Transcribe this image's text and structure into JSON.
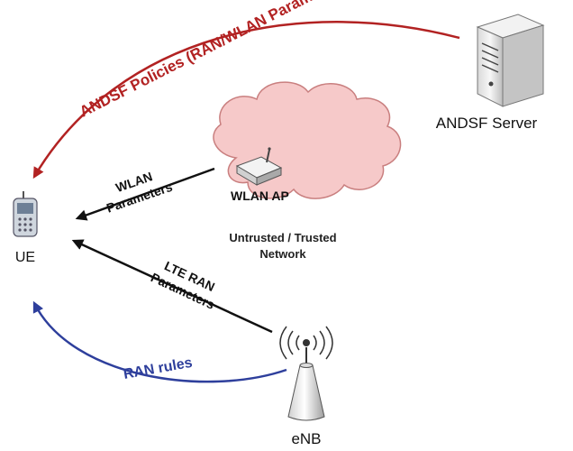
{
  "colors": {
    "policy_arrow": "#b22222",
    "rules_arrow": "#2e3f9c",
    "param_arrow": "#111111",
    "cloud_fill": "#f6c9c9",
    "cloud_stroke": "#c97f7f"
  },
  "nodes": {
    "ue": {
      "label": "UE",
      "icon": "mobile-phone-icon"
    },
    "andsf_server": {
      "label": "ANDSF Server",
      "icon": "server-tower-icon"
    },
    "wlan_ap": {
      "label": "WLAN AP",
      "icon": "wireless-router-icon"
    },
    "network": {
      "line1": "Untrusted / Trusted",
      "line2": "Network"
    },
    "enb": {
      "label": "eNB",
      "icon": "cell-tower-icon"
    }
  },
  "edges": {
    "andsf_policies": "ANDSF Policies (RAN/WLAN Parameters)",
    "wlan_params": {
      "line1": "WLAN",
      "line2": "Parameters"
    },
    "lte_params": {
      "line1": "LTE RAN",
      "line2": "Parameters"
    },
    "ran_rules": "RAN rules"
  }
}
